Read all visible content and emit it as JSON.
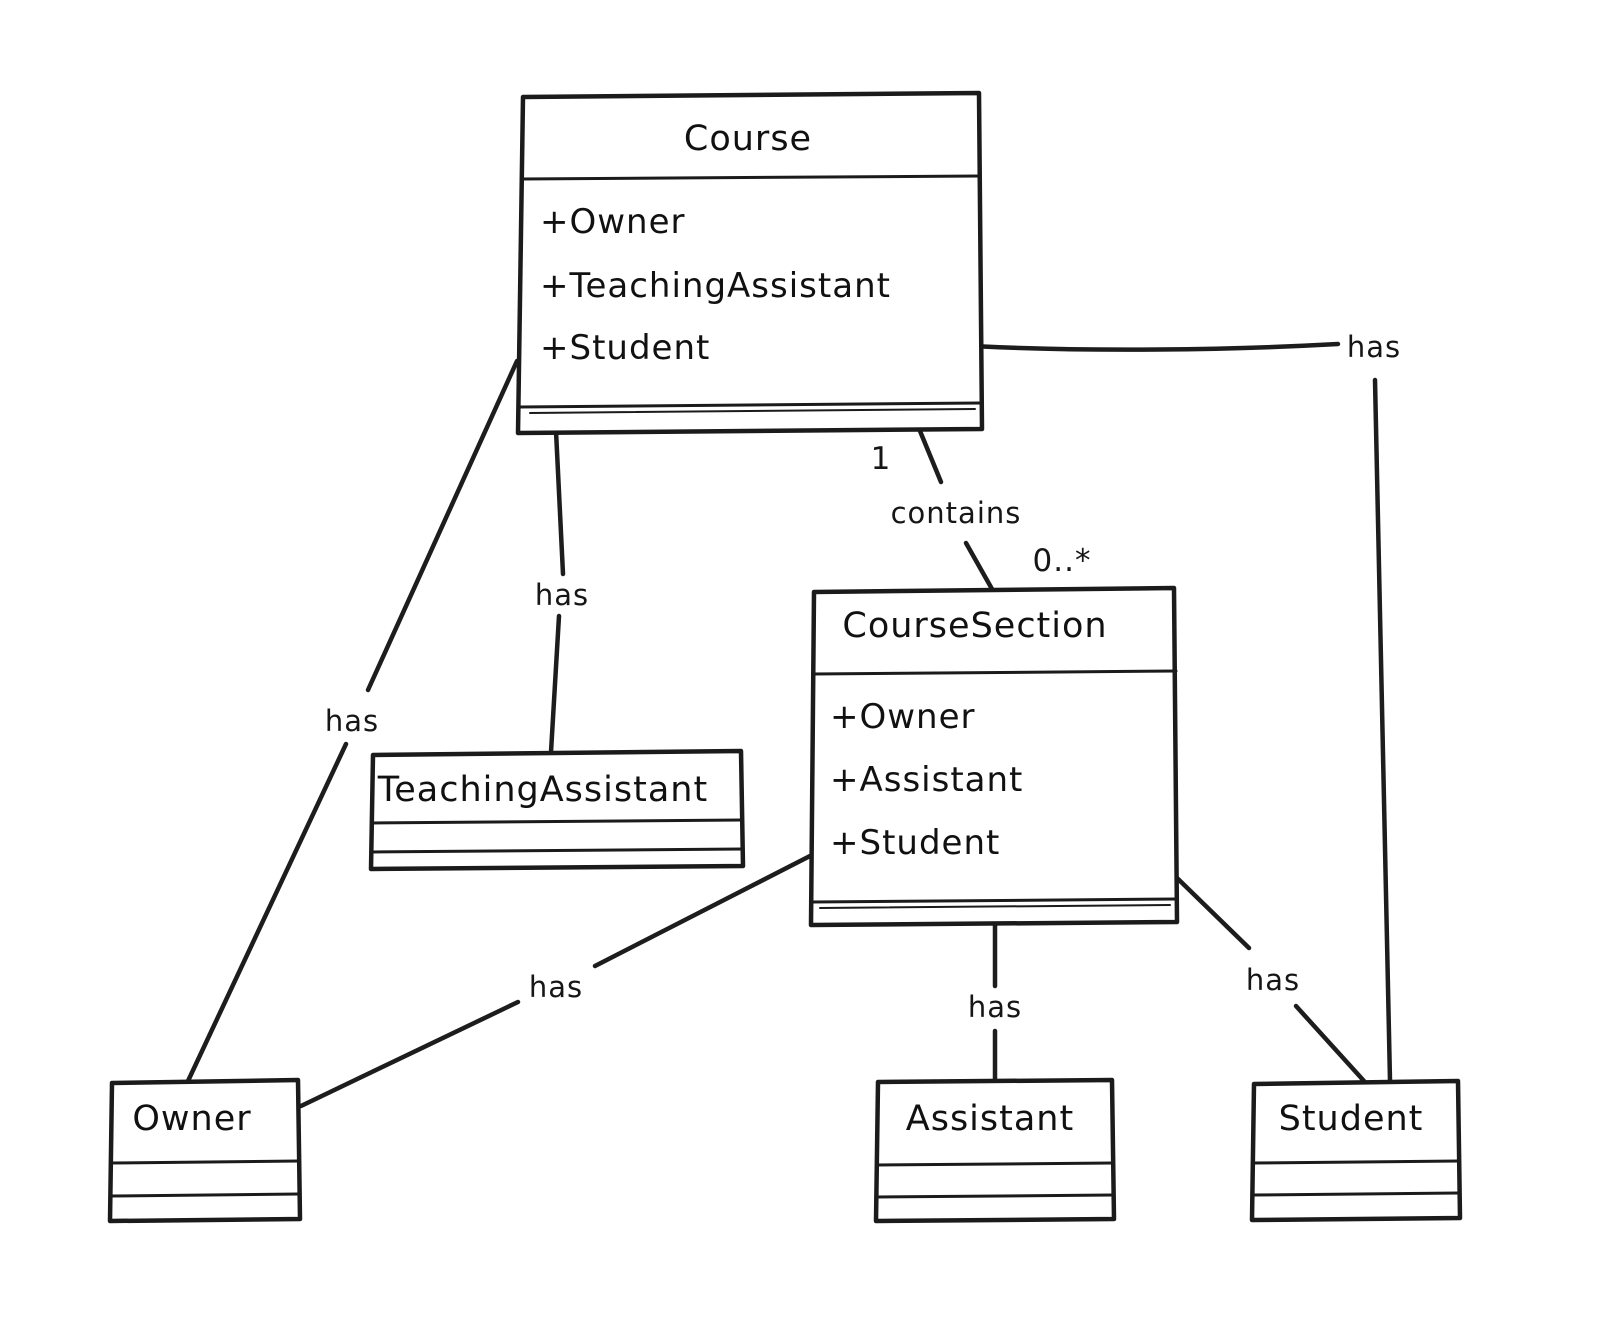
{
  "diagram": {
    "type": "uml-class-diagram",
    "background_color": "#ffffff",
    "stroke_color": "#1b1b1b",
    "classes": [
      {
        "id": "course",
        "title": "Course",
        "attributes": [
          "+Owner",
          "+TeachingAssistant",
          "+Student"
        ]
      },
      {
        "id": "course-section",
        "title": "CourseSection",
        "attributes": [
          "+Owner",
          "+Assistant",
          "+Student"
        ]
      },
      {
        "id": "teaching-assistant",
        "title": "TeachingAssistant",
        "attributes": []
      },
      {
        "id": "owner",
        "title": "Owner",
        "attributes": []
      },
      {
        "id": "assistant",
        "title": "Assistant",
        "attributes": []
      },
      {
        "id": "student",
        "title": "Student",
        "attributes": []
      }
    ],
    "relationships": [
      {
        "from": "Course",
        "to": "TeachingAssistant",
        "label": "has"
      },
      {
        "from": "Course",
        "to": "Owner",
        "label": "has"
      },
      {
        "from": "Course",
        "to": "Student",
        "label": "has"
      },
      {
        "from": "Course",
        "to": "CourseSection",
        "label": "contains",
        "source_multiplicity": "1",
        "target_multiplicity": "0..*"
      },
      {
        "from": "CourseSection",
        "to": "Owner",
        "label": "has"
      },
      {
        "from": "CourseSection",
        "to": "Assistant",
        "label": "has"
      },
      {
        "from": "CourseSection",
        "to": "Student",
        "label": "has"
      }
    ]
  }
}
